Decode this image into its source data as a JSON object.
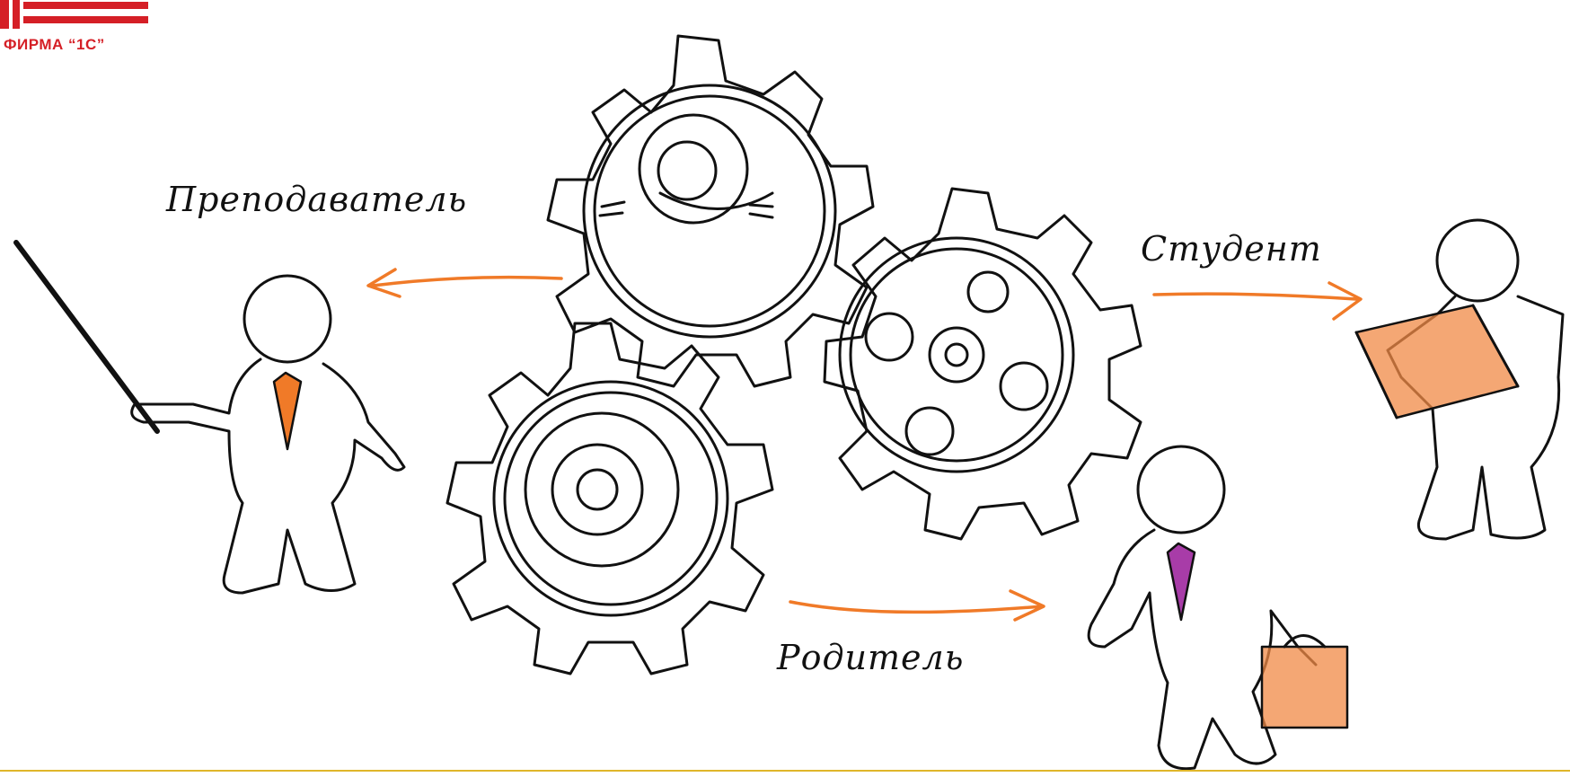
{
  "logo": {
    "caption": "ФИРМА “1С”",
    "brand_color": "#d51f26"
  },
  "roles": {
    "teacher": "Преподаватель",
    "student": "Студент",
    "parent": "Родитель"
  },
  "colors": {
    "arrow": "#f07a28",
    "tie_teacher": "#f07a28",
    "tie_parent": "#a83ca8",
    "book": "#f08a45",
    "divider": "#e0b62a"
  }
}
